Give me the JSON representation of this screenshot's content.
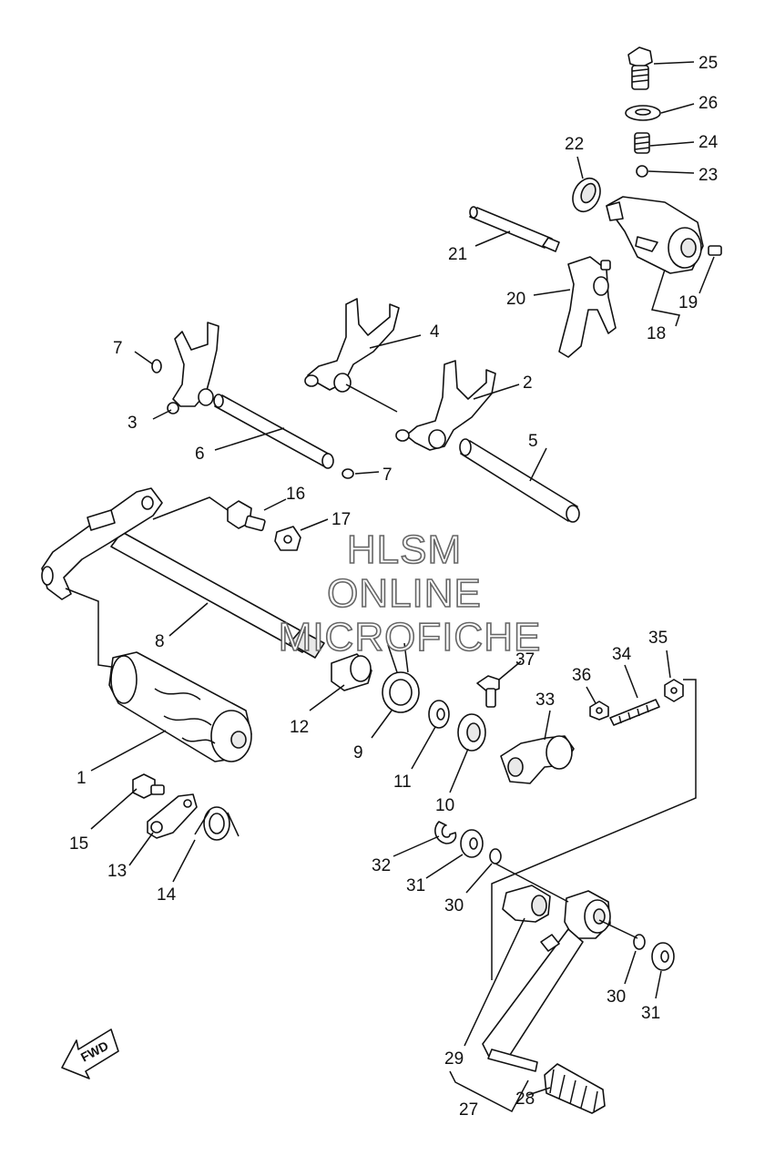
{
  "watermark": {
    "line1": "HLSM",
    "line2": "ONLINE",
    "line3": "MICROFICHE"
  },
  "direction_label": "FWD",
  "callouts": [
    {
      "id": "c25",
      "label": "25"
    },
    {
      "id": "c26",
      "label": "26"
    },
    {
      "id": "c24",
      "label": "24"
    },
    {
      "id": "c23",
      "label": "23"
    },
    {
      "id": "c22",
      "label": "22"
    },
    {
      "id": "c21",
      "label": "21"
    },
    {
      "id": "c19",
      "label": "19"
    },
    {
      "id": "c20",
      "label": "20"
    },
    {
      "id": "c18",
      "label": "18"
    },
    {
      "id": "c4",
      "label": "4"
    },
    {
      "id": "c7a",
      "label": "7"
    },
    {
      "id": "c2",
      "label": "2"
    },
    {
      "id": "c3",
      "label": "3"
    },
    {
      "id": "c6",
      "label": "6"
    },
    {
      "id": "c5",
      "label": "5"
    },
    {
      "id": "c7b",
      "label": "7"
    },
    {
      "id": "c16",
      "label": "16"
    },
    {
      "id": "c17",
      "label": "17"
    },
    {
      "id": "c8",
      "label": "8"
    },
    {
      "id": "c37",
      "label": "37"
    },
    {
      "id": "c35",
      "label": "35"
    },
    {
      "id": "c34",
      "label": "34"
    },
    {
      "id": "c36",
      "label": "36"
    },
    {
      "id": "c33",
      "label": "33"
    },
    {
      "id": "c12",
      "label": "12"
    },
    {
      "id": "c9",
      "label": "9"
    },
    {
      "id": "c11",
      "label": "11"
    },
    {
      "id": "c1",
      "label": "1"
    },
    {
      "id": "c10",
      "label": "10"
    },
    {
      "id": "c15",
      "label": "15"
    },
    {
      "id": "c32",
      "label": "32"
    },
    {
      "id": "c13",
      "label": "13"
    },
    {
      "id": "c31a",
      "label": "31"
    },
    {
      "id": "c14",
      "label": "14"
    },
    {
      "id": "c30a",
      "label": "30"
    },
    {
      "id": "c30b",
      "label": "30"
    },
    {
      "id": "c31b",
      "label": "31"
    },
    {
      "id": "c29",
      "label": "29"
    },
    {
      "id": "c28",
      "label": "28"
    },
    {
      "id": "c27",
      "label": "27"
    }
  ]
}
